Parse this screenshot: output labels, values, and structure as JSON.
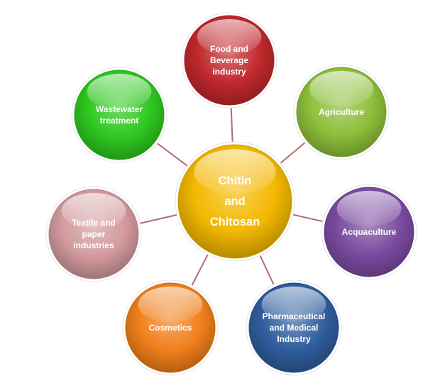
{
  "center": {
    "lines": [
      "Chitin",
      "and",
      "Chitosan"
    ],
    "color": "#F4B800"
  },
  "nodes": [
    {
      "id": "food-beverage",
      "lines": [
        "Food and",
        "Beverage",
        "industry"
      ],
      "color": "#C0282C"
    },
    {
      "id": "agriculture",
      "lines": [
        "Agriculture"
      ],
      "color": "#8DBF3A"
    },
    {
      "id": "aquaculture",
      "lines": [
        "Acquaculture"
      ],
      "color": "#7A4BA0"
    },
    {
      "id": "pharmaceutical-medical",
      "lines": [
        "Pharmaceutical",
        "and Medical",
        "Industry"
      ],
      "color": "#2F5D9C"
    },
    {
      "id": "cosmetics",
      "lines": [
        "Cosmetics"
      ],
      "color": "#F07F1B"
    },
    {
      "id": "textile-paper",
      "lines": [
        "Textile and",
        "paper",
        "industries"
      ],
      "color": "#D39A9E"
    },
    {
      "id": "wastewater",
      "lines": [
        "Wastewater",
        "treatment"
      ],
      "color": "#2EC71F"
    }
  ],
  "connector_color": "#B36A6C"
}
